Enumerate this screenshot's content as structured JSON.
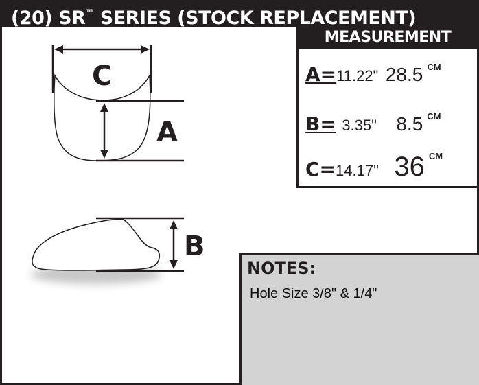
{
  "header": {
    "prefix": "(20) SR",
    "tm": "™",
    "suffix": " SERIES  (STOCK REPLACEMENT)"
  },
  "measurement": {
    "title": "MEASUREMENT",
    "rows": [
      {
        "label": "A=",
        "inches": "11.22\"",
        "cm": "28.5",
        "unit": "CM"
      },
      {
        "label": "B=",
        "inches": "3.35\"",
        "cm": "8.5",
        "unit": "CM"
      },
      {
        "label": "C=",
        "inches": "14.17\"",
        "cm": "36",
        "unit": "CM"
      }
    ]
  },
  "diagram": {
    "label_a": "A",
    "label_b": "B",
    "label_c": "C"
  },
  "notes": {
    "title": "NOTES:",
    "text": "Hole Size 3/8\" & 1/4\""
  },
  "colors": {
    "ink": "#231f20",
    "notes_bg": "#d3d3d3"
  }
}
